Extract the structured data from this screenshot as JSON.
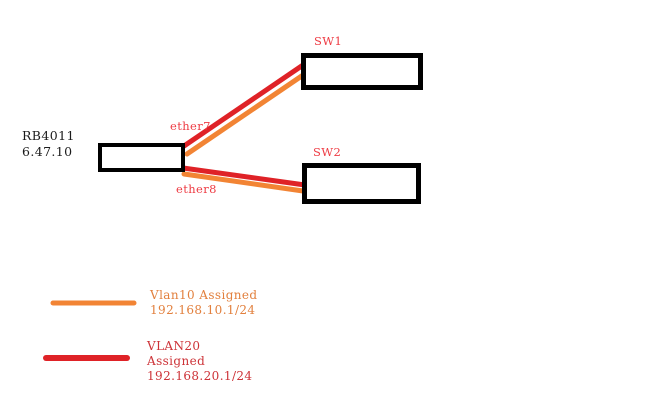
{
  "diagram": {
    "router": {
      "name": "RB4011",
      "version": "6.47.10"
    },
    "switch1": {
      "label": "SW1"
    },
    "switch2": {
      "label": "SW2"
    },
    "port7": {
      "label": "ether7"
    },
    "port8": {
      "label": "ether8"
    },
    "legend": {
      "vlan10": {
        "title": "Vlan10 Assigned",
        "subnet": "192.168.10.1/24"
      },
      "vlan20": {
        "title": "VLAN20",
        "subtitle": "Assigned",
        "subnet": "192.168.20.1/24"
      }
    },
    "colors": {
      "vlan10_line": "#F28434",
      "vlan20_line": "#DF2227",
      "node_label_red": "#EE3B43",
      "legend_vlan10_text": "#E2803E",
      "legend_vlan20_text": "#CD3338",
      "node_border": "#000000",
      "router_text": "#1B1B1B",
      "background": "#FFFFFF"
    }
  }
}
